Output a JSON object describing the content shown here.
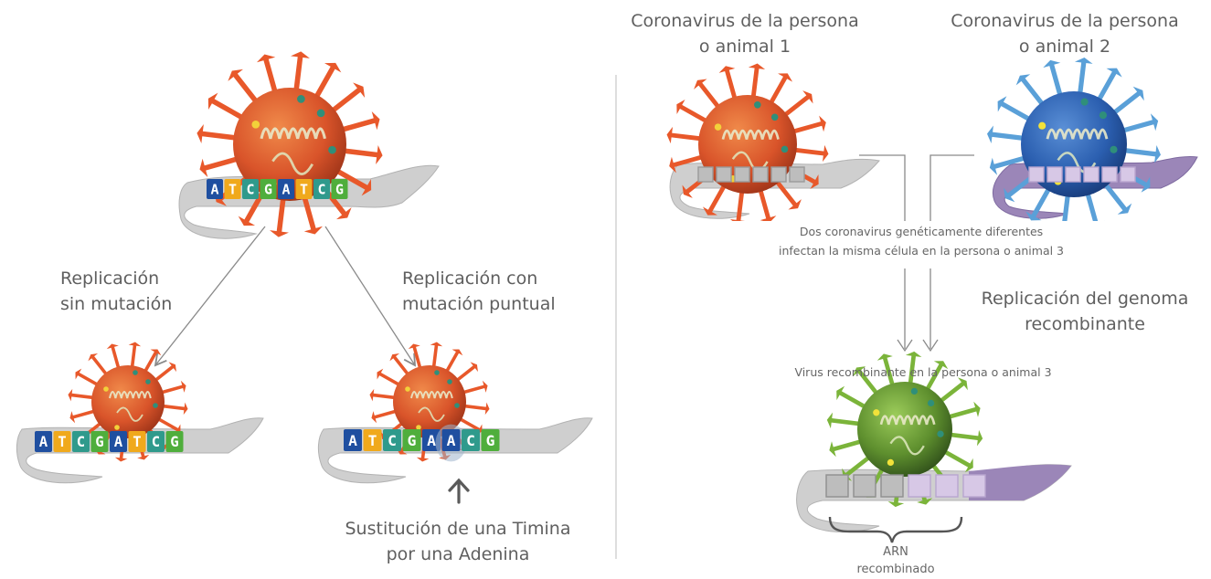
{
  "left": {
    "original_sequence": [
      "A",
      "T",
      "C",
      "G",
      "A",
      "T",
      "C",
      "G"
    ],
    "branch_left": {
      "label_line1": "Replicación",
      "label_line2": "sin mutación",
      "sequence": [
        "A",
        "T",
        "C",
        "G",
        "A",
        "T",
        "C",
        "G"
      ]
    },
    "branch_right": {
      "label_line1": "Replicación con",
      "label_line2": "mutación puntual",
      "sequence": [
        "A",
        "T",
        "C",
        "G",
        "A",
        "A",
        "C",
        "G"
      ],
      "note_line1": "Sustitución de una Timina",
      "note_line2": "por una Adenina"
    }
  },
  "right": {
    "virus1_label_line1": "Coronavirus de la persona",
    "virus1_label_line2": "o animal 1",
    "virus2_label_line1": "Coronavirus de la persona",
    "virus2_label_line2": "o animal 2",
    "infect_line1": "Dos coronavirus genéticamente diferentes",
    "infect_line2": "infectan la misma célula en la persona o animal 3",
    "replication_line1": "Replicación del genoma",
    "replication_line2": "recombinante",
    "result_label": "Virus recombinante en la persona o animal 3",
    "rna_line1": "ARN",
    "rna_line2": "recombinado"
  },
  "colors": {
    "A": "#1f4fa0",
    "T": "#f0a91c",
    "C": "#2f9a8c",
    "G": "#4fae3c",
    "virus1": "#e8582a",
    "virus2": "#2b5fb0",
    "virus3": "#7bb43a",
    "ribbon": "#cfcfcf",
    "ribbon_purple": "#9b86b8"
  }
}
